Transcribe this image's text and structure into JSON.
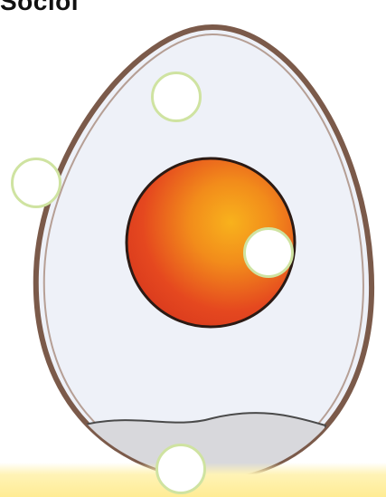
{
  "header": {
    "text": "Sociol"
  },
  "diagram": {
    "subject": "egg-cross-section",
    "parts": [
      "shell",
      "egg-white",
      "yolk",
      "air-cell"
    ],
    "label_slots": [
      {
        "id": "label-slot-1",
        "text": ""
      },
      {
        "id": "label-slot-2",
        "text": ""
      },
      {
        "id": "label-slot-3",
        "text": ""
      },
      {
        "id": "label-slot-4",
        "text": ""
      }
    ],
    "colors": {
      "shell": "#7b5a4a",
      "egg_white": "#eef1f8",
      "yolk_center": "#f6a21a",
      "yolk_edge": "#e23b1f",
      "air_cell": "#d8d8dc",
      "label_ring": "#cfe3a1",
      "bottom_band": "#ffec94"
    }
  }
}
